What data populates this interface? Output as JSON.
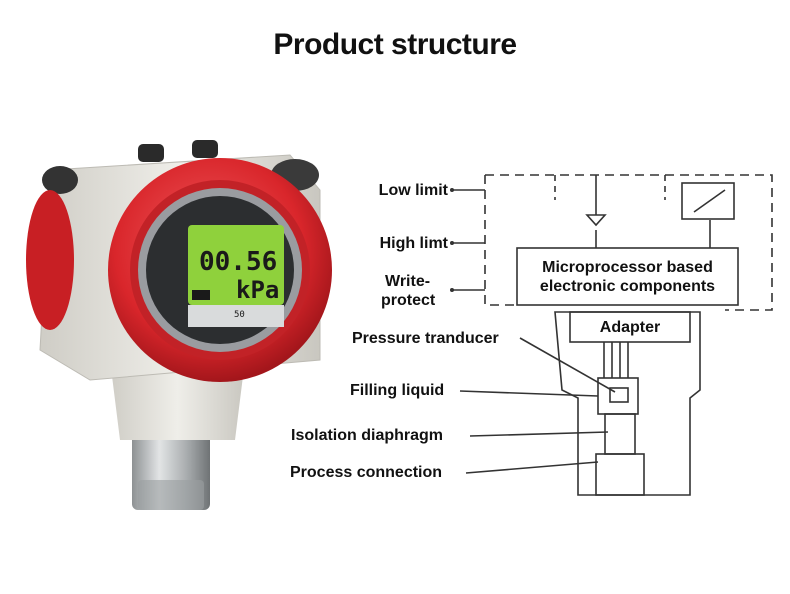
{
  "title": "Product structure",
  "lcd": {
    "value": "00.56",
    "unit": "kPa",
    "scale_mark": "50"
  },
  "labels": {
    "low_limit": "Low limit",
    "high_limit": "High limt",
    "write_protect_1": "Write-",
    "write_protect_2": "protect",
    "pressure_transducer": "Pressure tranducer",
    "filling_liquid": "Filling liquid",
    "isolation_diaphragm": "Isolation diaphragm",
    "process_connection": "Process connection"
  },
  "boxes": {
    "microprocessor_1": "Microprocessor based",
    "microprocessor_2": "electronic components",
    "adapter": "Adapter"
  },
  "colors": {
    "housing": "#e6e5df",
    "cover_red": "#d9262b",
    "lcd_green": "#8fd13c",
    "steel": "#b9bcbd"
  }
}
